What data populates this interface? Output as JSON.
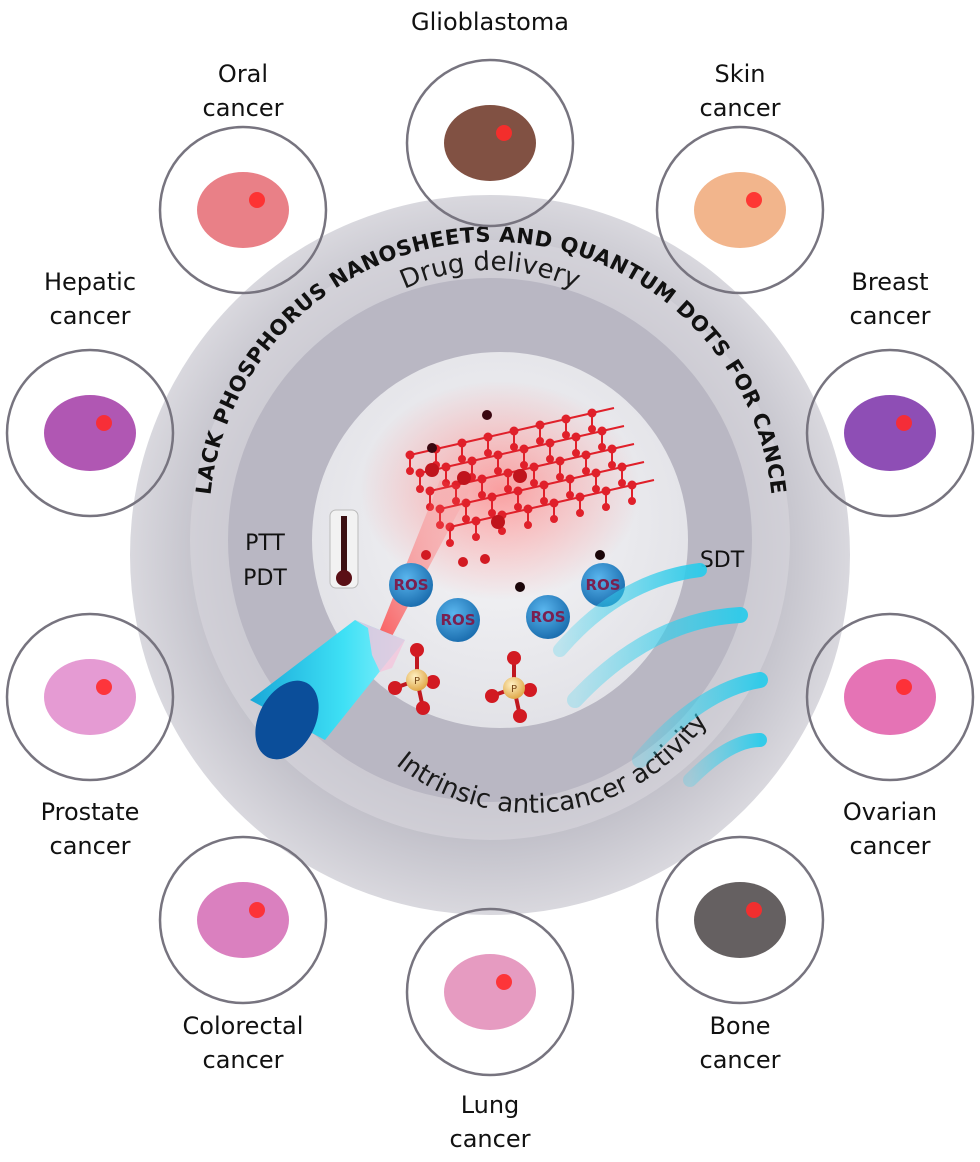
{
  "title": "BLACK PHOSPHORUS NANOSHEETS AND QUANTUM DOTS FOR CANCER",
  "rings": {
    "middle_top": "Drug delivery",
    "middle_bottom": "Intrinsic anticancer activity"
  },
  "therapies": {
    "left_line1": "PTT",
    "left_line2": "PDT",
    "right": "SDT"
  },
  "ros_label": "ROS",
  "phosphate_label": "P",
  "cancers": [
    {
      "id": "glioblastoma",
      "line1": "Glioblastoma",
      "line2": "",
      "icon": "brain-icon"
    },
    {
      "id": "skin",
      "line1": "Skin",
      "line2": "cancer",
      "icon": "skin-tissue-icon"
    },
    {
      "id": "breast",
      "line1": "Breast",
      "line2": "cancer",
      "icon": "breast-tumor-icon"
    },
    {
      "id": "ovarian",
      "line1": "Ovarian",
      "line2": "cancer",
      "icon": "ovary-uterus-icon"
    },
    {
      "id": "bone",
      "line1": "Bone",
      "line2": "cancer",
      "icon": "bone-icon"
    },
    {
      "id": "lung",
      "line1": "Lung",
      "line2": "cancer",
      "icon": "lungs-icon"
    },
    {
      "id": "colorectal",
      "line1": "Colorectal",
      "line2": "cancer",
      "icon": "intestine-icon"
    },
    {
      "id": "prostate",
      "line1": "Prostate",
      "line2": "cancer",
      "icon": "kidneys-prostate-icon"
    },
    {
      "id": "hepatic",
      "line1": "Hepatic",
      "line2": "cancer",
      "icon": "liver-icon"
    },
    {
      "id": "oral",
      "line1": "Oral",
      "line2": "cancer",
      "icon": "teeth-mouth-icon"
    }
  ],
  "colors": {
    "outer_ring": "#c9c8d0",
    "middle_ring": "#b7b5c1",
    "inner_disc": "#ebebef",
    "circle_stroke": "#77747f",
    "laser_blue": "#22c5e8",
    "laser_dark": "#0b4e9a",
    "lattice_red": "#e0202a",
    "ros_blue": "#2a86c8",
    "wave_cyan": "#35d3ef"
  }
}
